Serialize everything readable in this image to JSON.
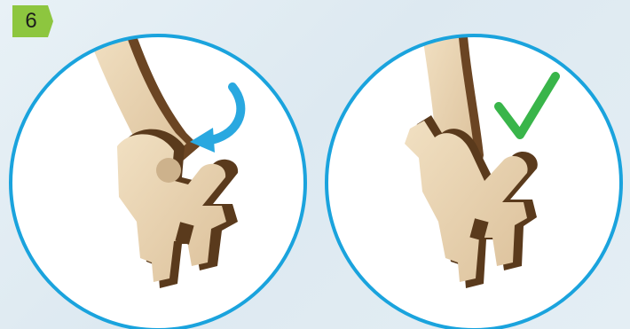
{
  "step": {
    "number": "6",
    "badge_color": "#8dc63f"
  },
  "panels": [
    {
      "name": "before",
      "state": "insert-arm-into-joint",
      "arrow_color": "#29a8e0"
    },
    {
      "name": "after",
      "state": "assembled-correctly",
      "check_color": "#39b54a"
    }
  ],
  "colors": {
    "circle_stroke": "#1aa3dd",
    "wood_light": "#e9d3b2",
    "wood_edge": "#5a3a1c"
  }
}
